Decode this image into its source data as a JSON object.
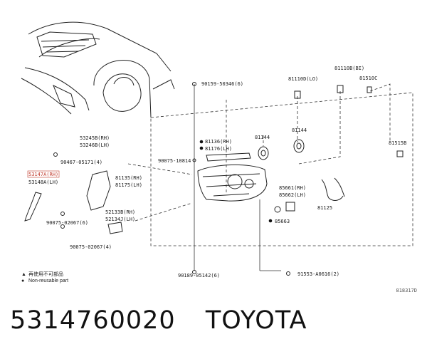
{
  "labels": {
    "p90159": "90159-50346(6)",
    "p81110B": "81110B(BI)",
    "p81110D": "81110D(LO)",
    "p81510C": "81510C",
    "p53245B": "53245B(RH)",
    "p53246B": "53246B(LH)",
    "p90467": "90467-05171(4)",
    "p53147A": "53147A(RH)",
    "p53148A": "53148A(LH)",
    "p81136": "81136(RH)",
    "p81176": "81176(LH)",
    "p90075_10814": "90075-10814",
    "p81144a": "81144",
    "p81144b": "81144",
    "p81515B": "81515B",
    "p81135": "81135(RH)",
    "p81175": "81175(LH)",
    "p52133": "52133B(RH)",
    "p52134": "52134J(LH)",
    "p85661": "85661(RH)",
    "p85662": "85662(LH)",
    "p81125": "81125",
    "p90075_02067": "90075-02067(6)",
    "p85663": "85663",
    "p90075_02067b": "90075-02067(4)",
    "p90189": "90189-05142(6)",
    "p91553": "91553-A0616(2)"
  },
  "legend": {
    "triangle_text": "再使用不可部品",
    "dot_text": "Non-reusable part"
  },
  "ref_code": "818317D",
  "caption": {
    "part_number": "5314760020",
    "brand": "TOYOTA"
  }
}
